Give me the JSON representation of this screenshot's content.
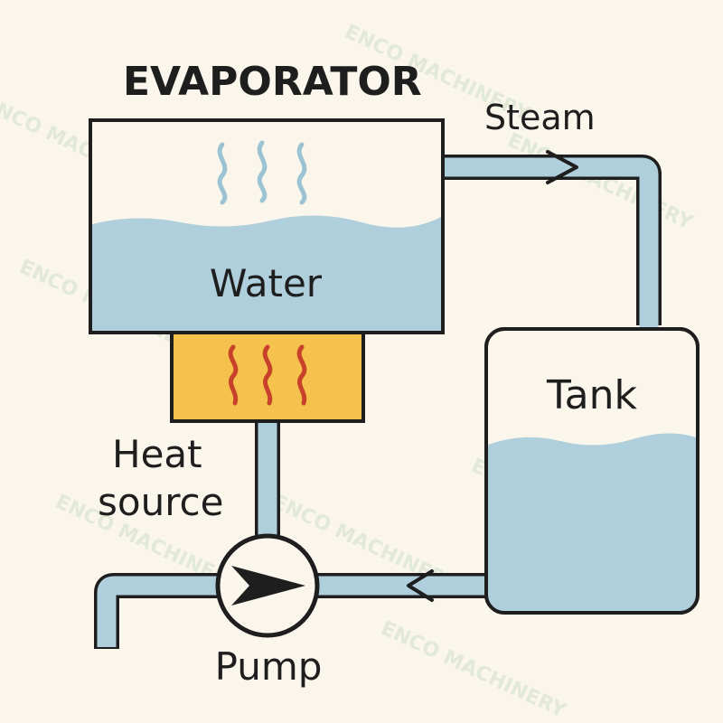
{
  "diagram": {
    "title": "EVAPORATOR",
    "labels": {
      "water": "Water",
      "steam": "Steam",
      "tank": "Tank",
      "heat_source_line1": "Heat",
      "heat_source_line2": "source",
      "pump": "Pump"
    },
    "watermark": "ENCO MACHINERY",
    "colors": {
      "background": "#FBF6EB",
      "outline": "#1e1e1e",
      "water": "#AFCFDC",
      "heater": "#F6C24E",
      "flame": "#C8412A",
      "steam": "#9CC3D3"
    },
    "icons": [
      "steam-icon",
      "flame-icon",
      "pump-arrow-icon",
      "flow-arrow-icon"
    ]
  }
}
